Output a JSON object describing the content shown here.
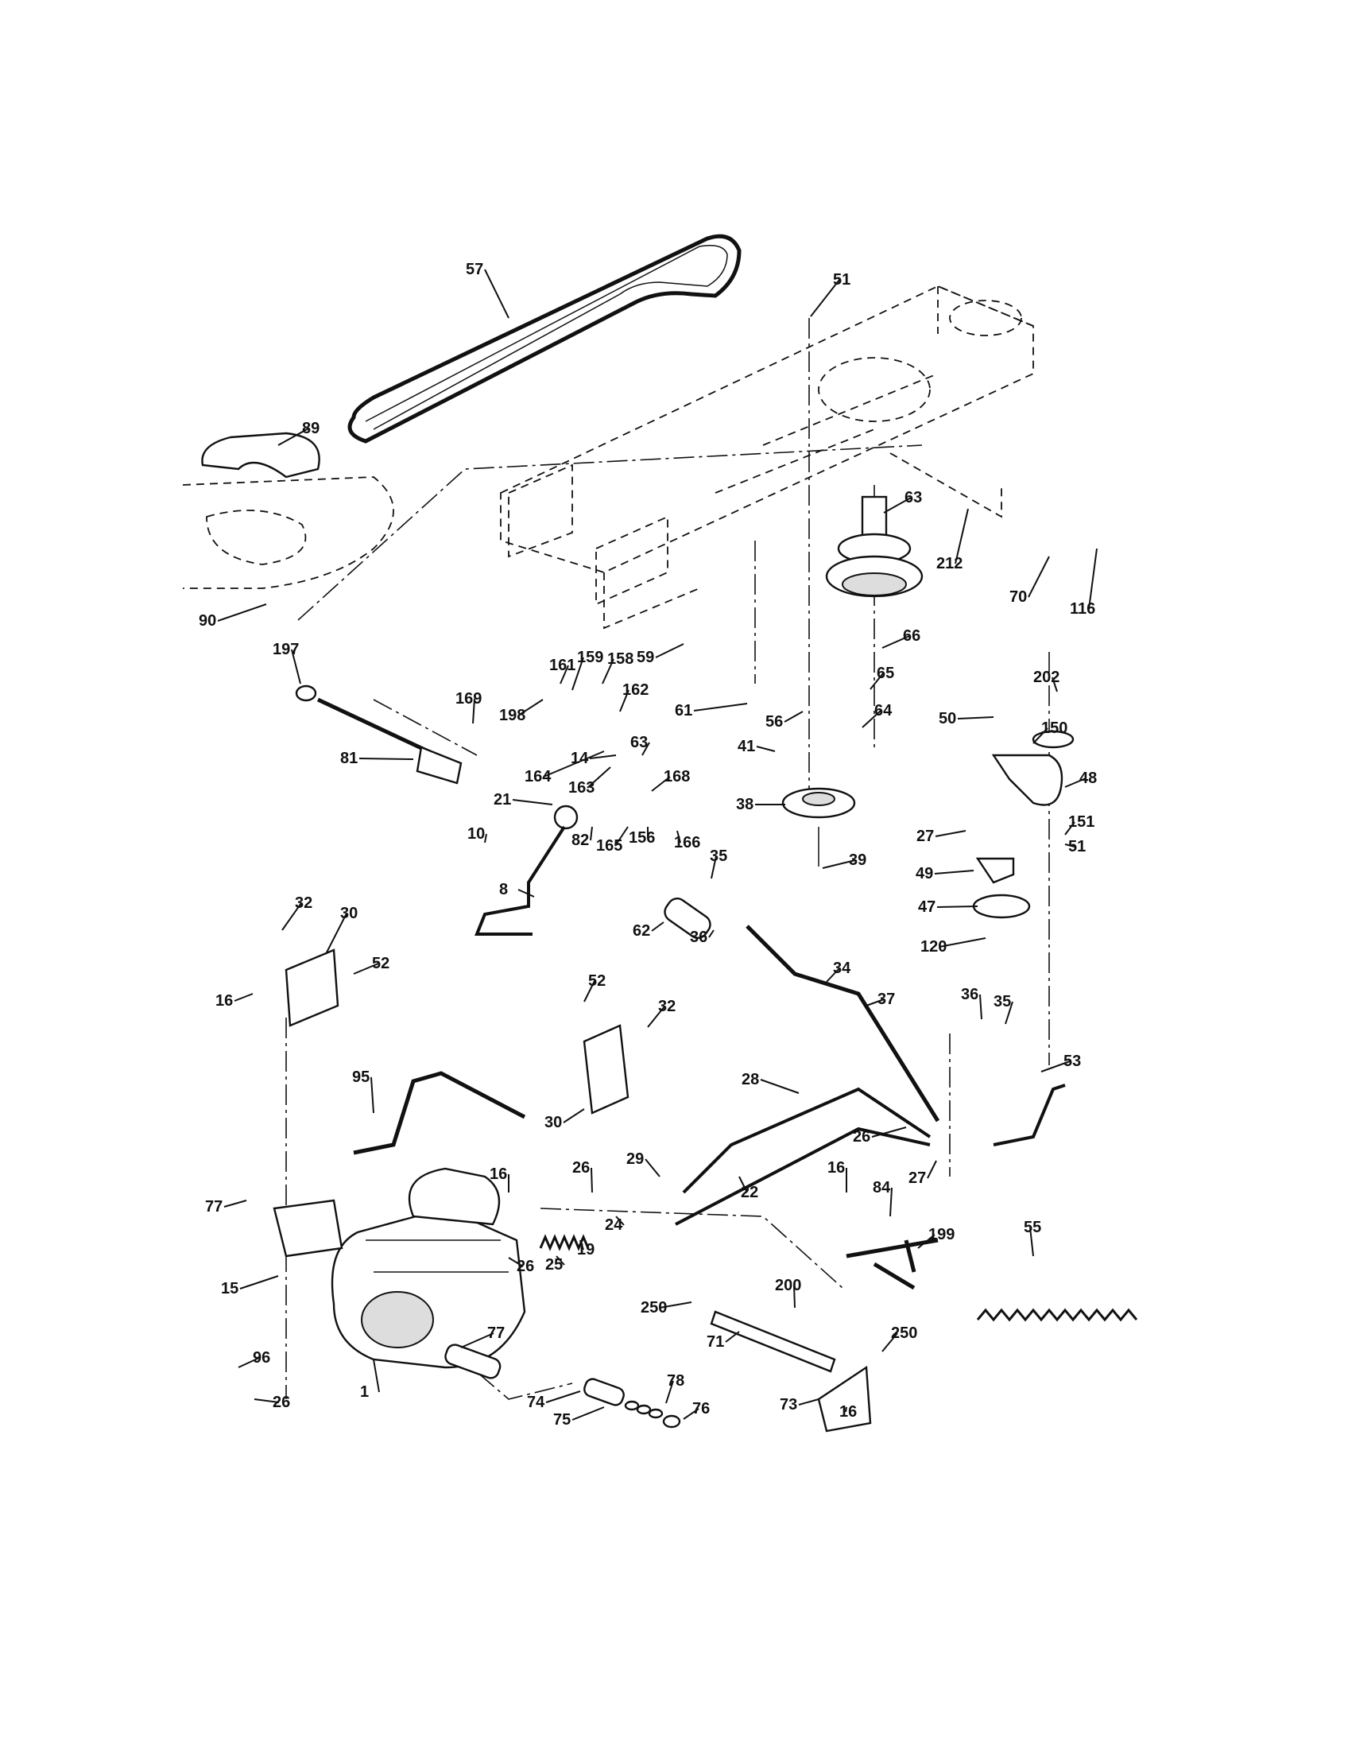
{
  "diagram": {
    "callouts": [
      {
        "id": "p57",
        "label": "57"
      },
      {
        "id": "p51a",
        "label": "51"
      },
      {
        "id": "p89",
        "label": "89"
      },
      {
        "id": "p63a",
        "label": "63"
      },
      {
        "id": "p212",
        "label": "212"
      },
      {
        "id": "p70",
        "label": "70"
      },
      {
        "id": "p116",
        "label": "116"
      },
      {
        "id": "p90",
        "label": "90"
      },
      {
        "id": "p197",
        "label": "197"
      },
      {
        "id": "p159",
        "label": "159"
      },
      {
        "id": "p158",
        "label": "158"
      },
      {
        "id": "p161",
        "label": "161"
      },
      {
        "id": "p169",
        "label": "169"
      },
      {
        "id": "p162",
        "label": "162"
      },
      {
        "id": "p198",
        "label": "198"
      },
      {
        "id": "p59",
        "label": "59"
      },
      {
        "id": "p66",
        "label": "66"
      },
      {
        "id": "p65",
        "label": "65"
      },
      {
        "id": "p61",
        "label": "61"
      },
      {
        "id": "p202",
        "label": "202"
      },
      {
        "id": "p64",
        "label": "64"
      },
      {
        "id": "p56",
        "label": "56"
      },
      {
        "id": "p50",
        "label": "50"
      },
      {
        "id": "p150",
        "label": "150"
      },
      {
        "id": "p81",
        "label": "81"
      },
      {
        "id": "p14",
        "label": "14"
      },
      {
        "id": "p63b",
        "label": "63"
      },
      {
        "id": "p41",
        "label": "41"
      },
      {
        "id": "p164",
        "label": "164"
      },
      {
        "id": "p168",
        "label": "168"
      },
      {
        "id": "p48",
        "label": "48"
      },
      {
        "id": "p163",
        "label": "163"
      },
      {
        "id": "p21",
        "label": "21"
      },
      {
        "id": "p38",
        "label": "38"
      },
      {
        "id": "p82",
        "label": "82"
      },
      {
        "id": "p156",
        "label": "156"
      },
      {
        "id": "p166",
        "label": "166"
      },
      {
        "id": "p165",
        "label": "165"
      },
      {
        "id": "p27a",
        "label": "27"
      },
      {
        "id": "p151",
        "label": "151"
      },
      {
        "id": "p10",
        "label": "10"
      },
      {
        "id": "p39",
        "label": "39"
      },
      {
        "id": "p51b",
        "label": "51"
      },
      {
        "id": "p49",
        "label": "49"
      },
      {
        "id": "p8",
        "label": "8"
      },
      {
        "id": "p35a",
        "label": "35"
      },
      {
        "id": "p47",
        "label": "47"
      },
      {
        "id": "p32a",
        "label": "32"
      },
      {
        "id": "p30a",
        "label": "30"
      },
      {
        "id": "p62",
        "label": "62"
      },
      {
        "id": "p36a",
        "label": "36"
      },
      {
        "id": "p120",
        "label": "120"
      },
      {
        "id": "p52a",
        "label": "52"
      },
      {
        "id": "p34",
        "label": "34"
      },
      {
        "id": "p16a",
        "label": "16"
      },
      {
        "id": "p52b",
        "label": "52"
      },
      {
        "id": "p37",
        "label": "37"
      },
      {
        "id": "p36b",
        "label": "36"
      },
      {
        "id": "p32b",
        "label": "32"
      },
      {
        "id": "p35b",
        "label": "35"
      },
      {
        "id": "p53",
        "label": "53"
      },
      {
        "id": "p95",
        "label": "95"
      },
      {
        "id": "p28",
        "label": "28"
      },
      {
        "id": "p30b",
        "label": "30"
      },
      {
        "id": "p26a",
        "label": "26"
      },
      {
        "id": "p29",
        "label": "29"
      },
      {
        "id": "p27b",
        "label": "27"
      },
      {
        "id": "p16b",
        "label": "16"
      },
      {
        "id": "p26b",
        "label": "26"
      },
      {
        "id": "p22",
        "label": "22"
      },
      {
        "id": "p16c",
        "label": "16"
      },
      {
        "id": "p84",
        "label": "84"
      },
      {
        "id": "p77a",
        "label": "77"
      },
      {
        "id": "p24",
        "label": "24"
      },
      {
        "id": "p55",
        "label": "55"
      },
      {
        "id": "p19",
        "label": "19"
      },
      {
        "id": "p25",
        "label": "25"
      },
      {
        "id": "p26c",
        "label": "26"
      },
      {
        "id": "p199",
        "label": "199"
      },
      {
        "id": "p15",
        "label": "15"
      },
      {
        "id": "p200",
        "label": "200"
      },
      {
        "id": "p250a",
        "label": "250"
      },
      {
        "id": "p250b",
        "label": "250"
      },
      {
        "id": "p71",
        "label": "71"
      },
      {
        "id": "p77b",
        "label": "77"
      },
      {
        "id": "p96",
        "label": "96"
      },
      {
        "id": "p1",
        "label": "1"
      },
      {
        "id": "p78",
        "label": "78"
      },
      {
        "id": "p26d",
        "label": "26"
      },
      {
        "id": "p74",
        "label": "74"
      },
      {
        "id": "p73",
        "label": "73"
      },
      {
        "id": "p16d",
        "label": "16"
      },
      {
        "id": "p75",
        "label": "75"
      },
      {
        "id": "p76",
        "label": "76"
      }
    ]
  }
}
